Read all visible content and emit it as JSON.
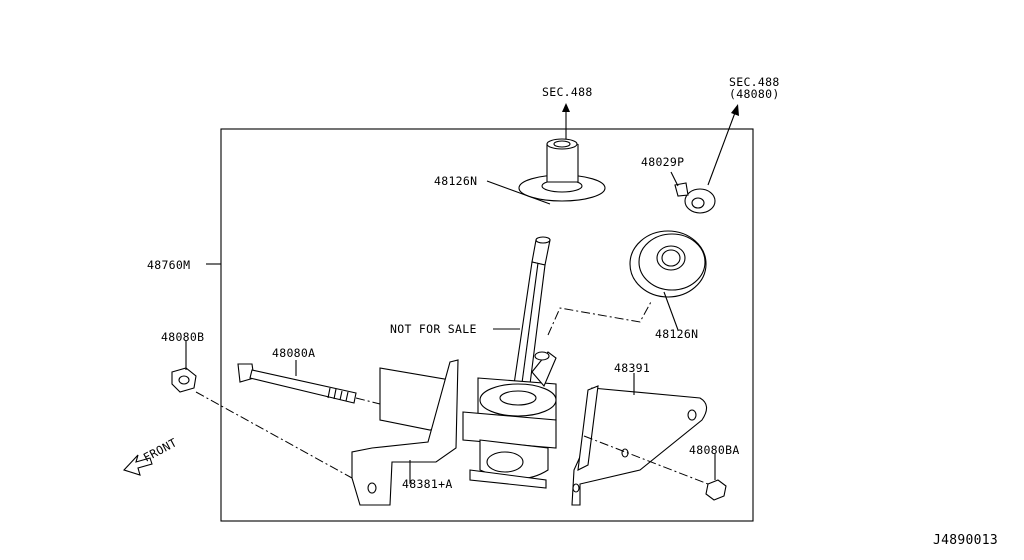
{
  "labels": {
    "sec488_top": "SEC.488",
    "sec488_right": "SEC.488",
    "sec488_right_sub": "(48080)",
    "boot_top": "48126N",
    "boot_right": "48126N",
    "clip": "48029P",
    "assembly": "48760M",
    "not_for_sale": "NOT FOR SALE",
    "nut_left": "48080B",
    "bolt": "48080A",
    "bracket_right": "48391",
    "bracket_left": "48381+A",
    "nut_right": "48080BA",
    "front": "FRONT",
    "diagram_id": "J4890013"
  }
}
